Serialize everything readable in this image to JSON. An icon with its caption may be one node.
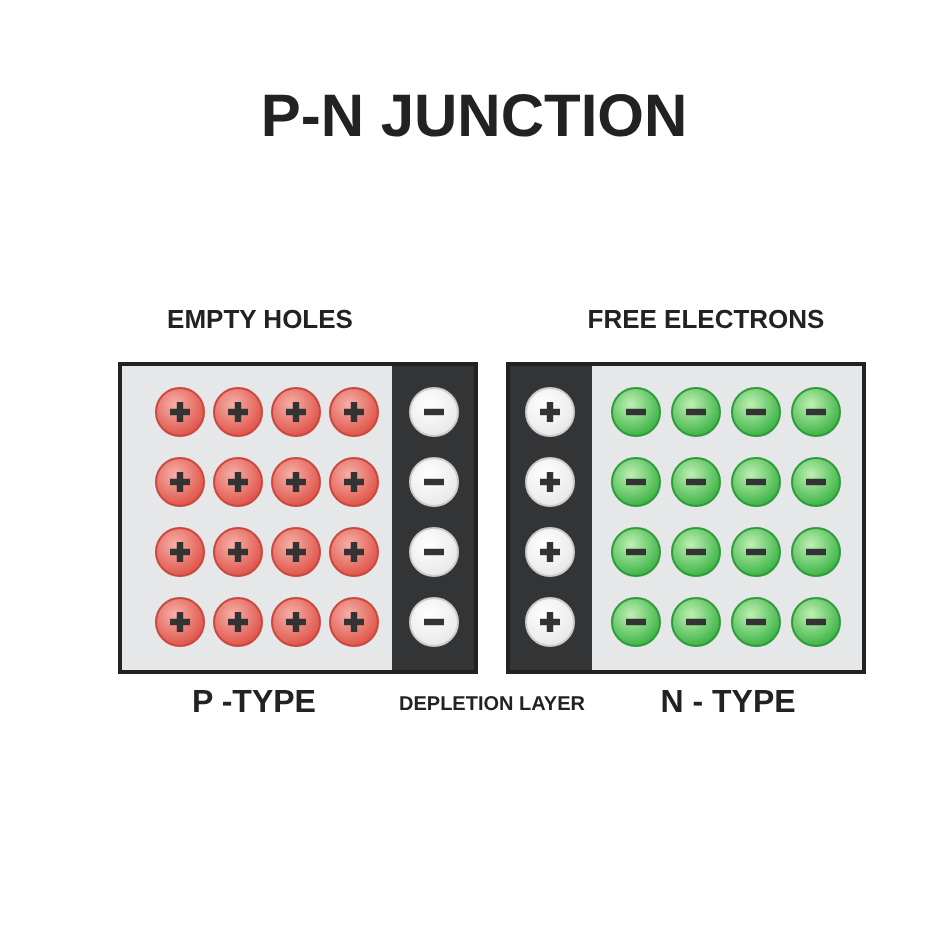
{
  "diagram": {
    "title": "P-N JUNCTION",
    "labels": [
      "EMPTY HOLES",
      "FREE ELECTRONS",
      "P -TYPE",
      "DEPLETION LAYER",
      "N - TYPE"
    ]
  }
}
